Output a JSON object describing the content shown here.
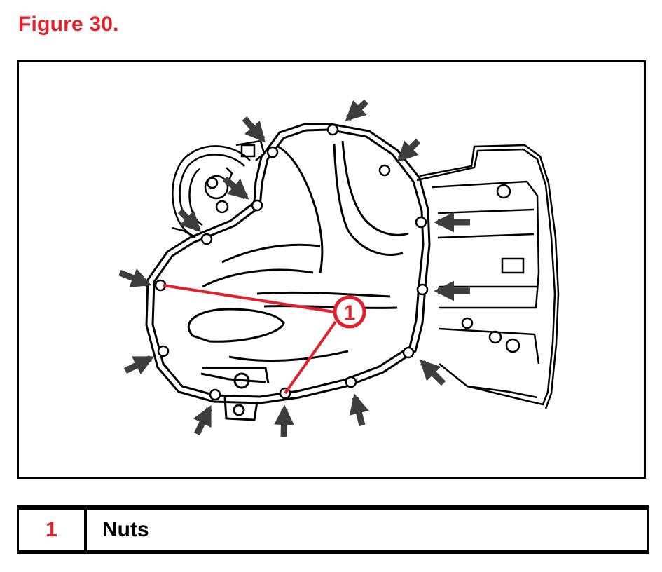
{
  "figure": {
    "title": "Figure 30.",
    "callout_label": "1",
    "colors": {
      "title": "#e2202a",
      "callout": "#e2202a",
      "arrows": "#3d3d3d",
      "lines": "#000000"
    }
  },
  "legend": {
    "rows": [
      {
        "number": "1",
        "description": "Nuts"
      }
    ]
  }
}
